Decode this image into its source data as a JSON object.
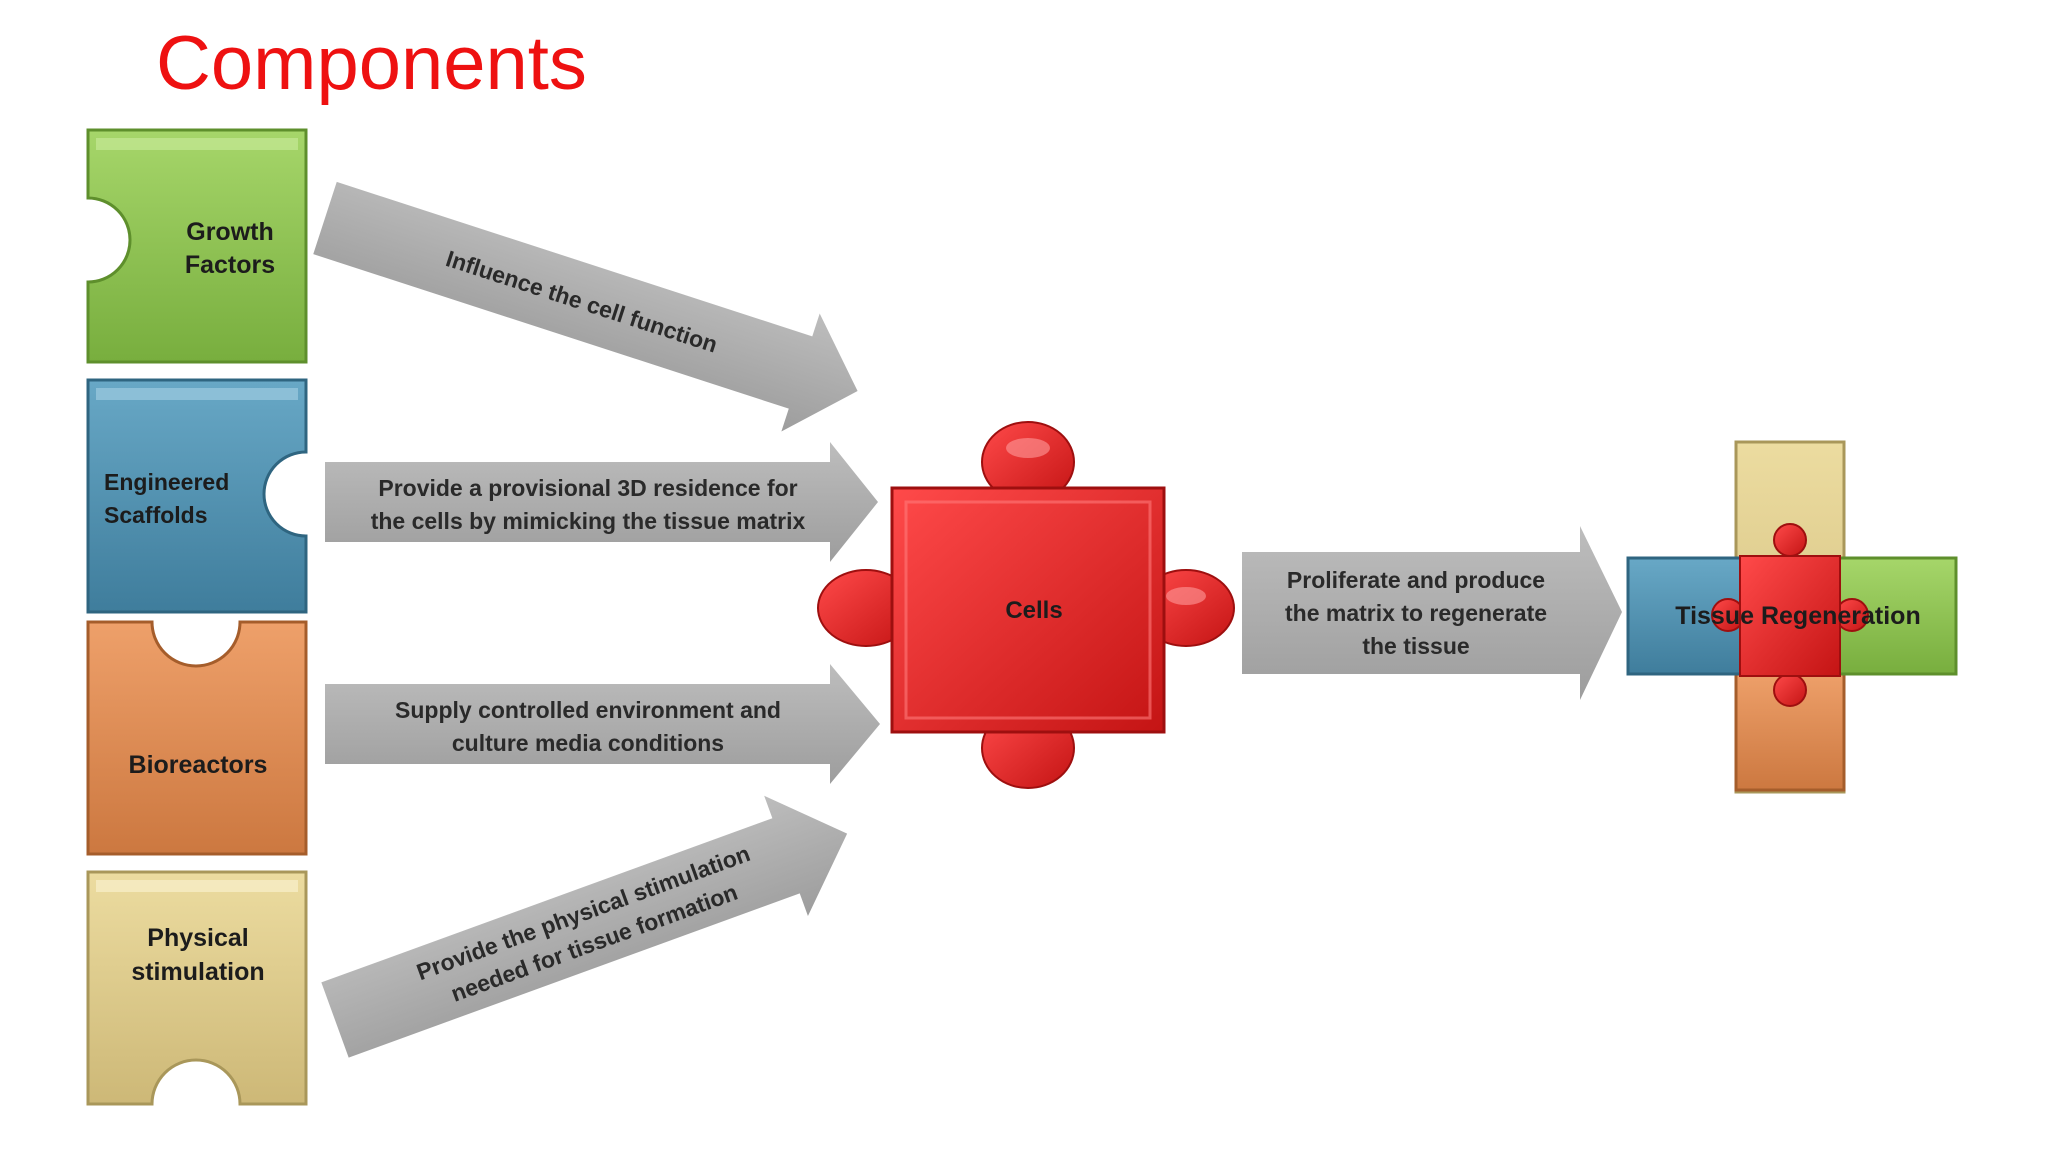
{
  "title": "Components",
  "colors": {
    "title": "#ee1111",
    "green": "#8dc34f",
    "blue": "#4f93b4",
    "orange": "#e08d55",
    "tan": "#ddca8a",
    "red": "#e52323",
    "arrow": "#a9a9a9"
  },
  "pieces": {
    "growth_factors": {
      "line1": "Growth",
      "line2": "Factors"
    },
    "engineered_scaffolds": {
      "line1": "Engineered",
      "line2": "Scaffolds"
    },
    "bioreactors": {
      "line1": "Bioreactors"
    },
    "physical_stimulation": {
      "line1": "Physical",
      "line2": "stimulation"
    }
  },
  "arrows": {
    "a1": {
      "line1": "Influence the cell function"
    },
    "a2": {
      "line1": "Provide a provisional 3D residence for",
      "line2": "the cells by mimicking the tissue matrix"
    },
    "a3": {
      "line1": "Supply controlled environment and",
      "line2": "culture media conditions"
    },
    "a4": {
      "line1": "Provide the physical stimulation",
      "line2": "needed for tissue formation"
    },
    "a5": {
      "line1": "Proliferate and produce",
      "line2": "the matrix to regenerate",
      "line3": "the tissue"
    }
  },
  "cells": {
    "label": "Cells"
  },
  "result": {
    "label": "Tissue Regeneration"
  }
}
